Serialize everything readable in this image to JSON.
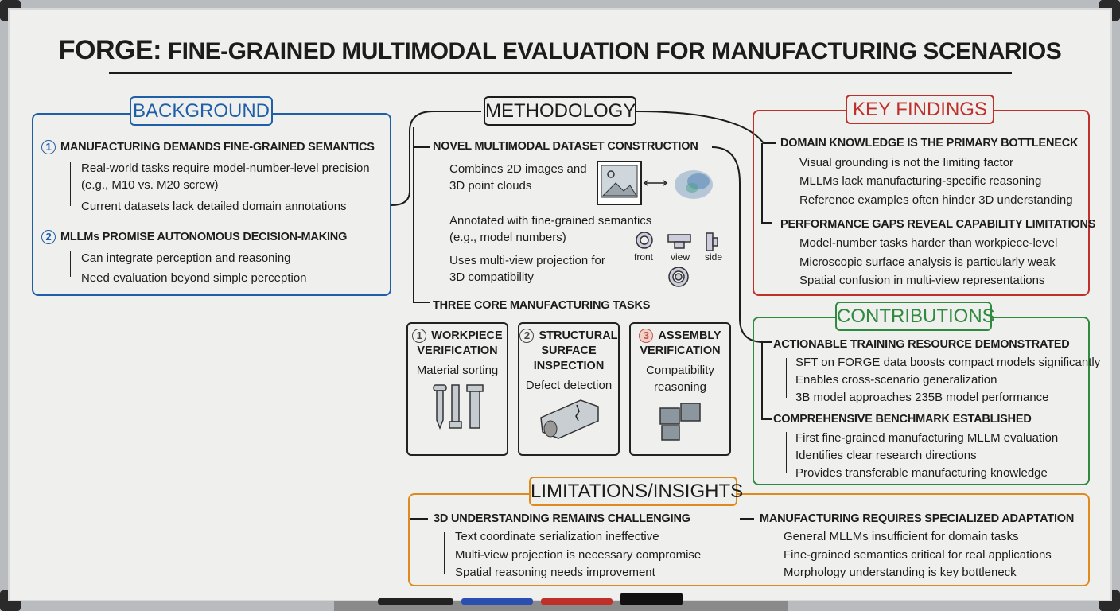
{
  "title": {
    "brand": "FORGE:",
    "rest": " FINE-GRAINED MULTIMODAL EVALUATION FOR MANUFACTURING SCENARIOS"
  },
  "colors": {
    "background": "#1f5fa8",
    "findings": "#c0302b",
    "contributions": "#2e8b3e",
    "limitations": "#e08a1e"
  },
  "background": {
    "header": "BACKGROUND",
    "items": [
      {
        "num": "1",
        "title": "MANUFACTURING DEMANDS FINE-GRAINED SEMANTICS",
        "subs": [
          "Real-world tasks require model-number-level precision",
          "(e.g., M10 vs. M20 screw)",
          "Current datasets lack detailed domain annotations"
        ]
      },
      {
        "num": "2",
        "title": "MLLMs PROMISE AUTONOMOUS DECISION-MAKING",
        "subs": [
          "Can integrate perception and reasoning",
          "Need evaluation beyond simple perception"
        ]
      }
    ]
  },
  "methodology": {
    "header": "METHODOLOGY",
    "dataset": {
      "title": "NOVEL MULTIMODAL DATASET CONSTRUCTION",
      "subs": [
        "Combines 2D images and",
        "3D point clouds",
        "Annotated with fine-grained semantics",
        "(e.g., model numbers)",
        "Uses multi-view projection for",
        "3D compatibility"
      ],
      "view_labels": [
        "front",
        "view",
        "side"
      ]
    },
    "tasks_title": "THREE CORE MANUFACTURING TASKS",
    "tasks": [
      {
        "num": "1",
        "name": "WORKPIECE VERIFICATION",
        "desc": "Material sorting",
        "icon": "screws-icon"
      },
      {
        "num": "2",
        "name": "STRUCTURAL SURFACE INSPECTION",
        "desc": "Defect detection",
        "icon": "cracked-cylinder-icon"
      },
      {
        "num": "3",
        "name": "ASSEMBLY VERIFICATION",
        "desc": "Compatibility reasoning",
        "icon": "puzzle-icon"
      }
    ]
  },
  "findings": {
    "header": "KEY FINDINGS",
    "items": [
      {
        "title": "DOMAIN KNOWLEDGE IS THE PRIMARY BOTTLENECK",
        "subs": [
          "Visual grounding is not the limiting factor",
          "MLLMs lack manufacturing-specific reasoning",
          "Reference examples often hinder 3D understanding"
        ]
      },
      {
        "title": "PERFORMANCE GAPS REVEAL CAPABILITY LIMITATIONS",
        "subs": [
          "Model-number tasks harder than workpiece-level",
          "Microscopic surface analysis is particularly weak",
          "Spatial confusion in multi-view representations"
        ]
      }
    ]
  },
  "contributions": {
    "header": "CONTRIBUTIONS",
    "items": [
      {
        "title": "ACTIONABLE TRAINING RESOURCE DEMONSTRATED",
        "subs": [
          "SFT on FORGE data boosts compact models significantly",
          "Enables cross-scenario generalization",
          "3B model approaches 235B model performance"
        ]
      },
      {
        "title": "COMPREHENSIVE BENCHMARK ESTABLISHED",
        "subs": [
          "First fine-grained manufacturing MLLM evaluation",
          "Identifies clear research directions",
          "Provides transferable manufacturing knowledge"
        ]
      }
    ]
  },
  "limitations": {
    "header": "LIMITATIONS/INSIGHTS",
    "items": [
      {
        "title": "3D UNDERSTANDING REMAINS CHALLENGING",
        "subs": [
          "Text coordinate serialization ineffective",
          "Multi-view projection is necessary compromise",
          "Spatial reasoning needs improvement"
        ]
      },
      {
        "title": "MANUFACTURING REQUIRES SPECIALIZED ADAPTATION",
        "subs": [
          "General MLLMs insufficient for domain tasks",
          "Fine-grained semantics critical for real applications",
          "Morphology understanding is key bottleneck"
        ]
      }
    ]
  }
}
